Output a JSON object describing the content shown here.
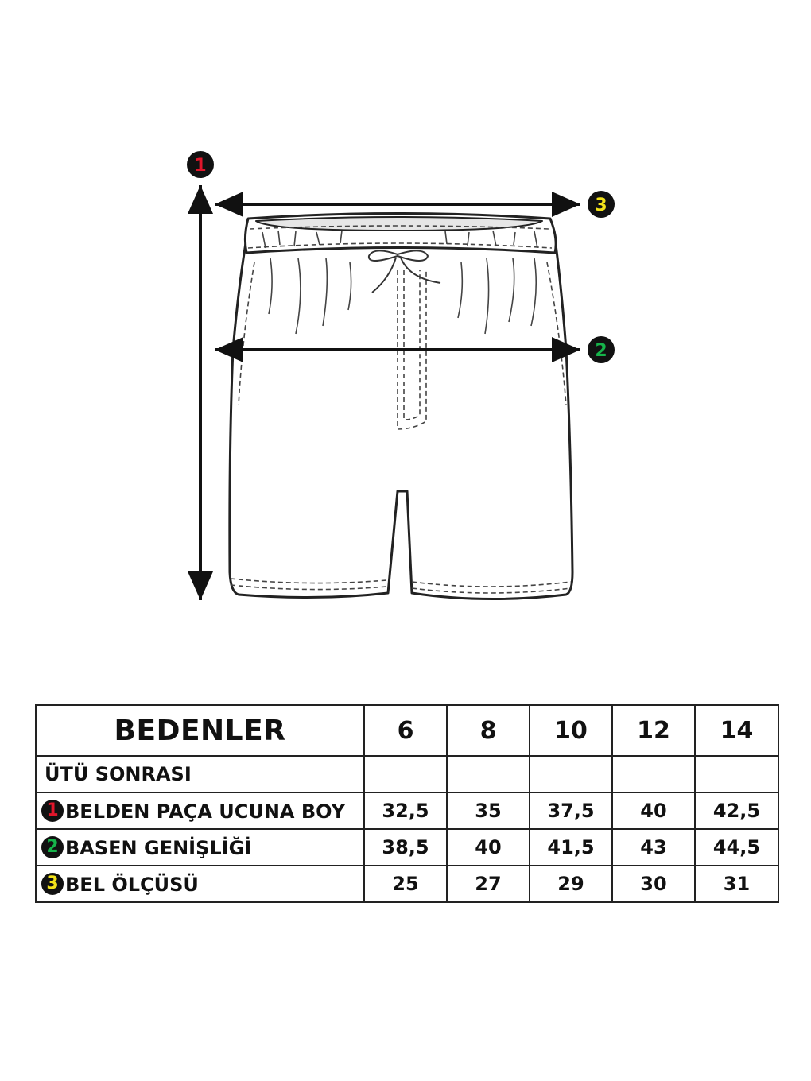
{
  "markers": [
    {
      "id": "1",
      "color": "#e0162b"
    },
    {
      "id": "2",
      "color": "#16b34a"
    },
    {
      "id": "3",
      "color": "#f2e21a"
    }
  ],
  "table": {
    "header_label": "BEDENLER",
    "sizes": [
      "6",
      "8",
      "10",
      "12",
      "14"
    ],
    "subheader": "ÜTÜ SONRASI",
    "rows": [
      {
        "marker": "1",
        "marker_color": "#e0162b",
        "label": "BELDEN PAÇA UCUNA BOY",
        "values": [
          "32,5",
          "35",
          "37,5",
          "40",
          "42,5"
        ]
      },
      {
        "marker": "2",
        "marker_color": "#16b34a",
        "label": "BASEN GENİŞLİĞİ",
        "values": [
          "38,5",
          "40",
          "41,5",
          "43",
          "44,5"
        ]
      },
      {
        "marker": "3",
        "marker_color": "#f2e21a",
        "label": "BEL ÖLÇÜSÜ",
        "values": [
          "25",
          "27",
          "29",
          "30",
          "31"
        ]
      }
    ]
  }
}
